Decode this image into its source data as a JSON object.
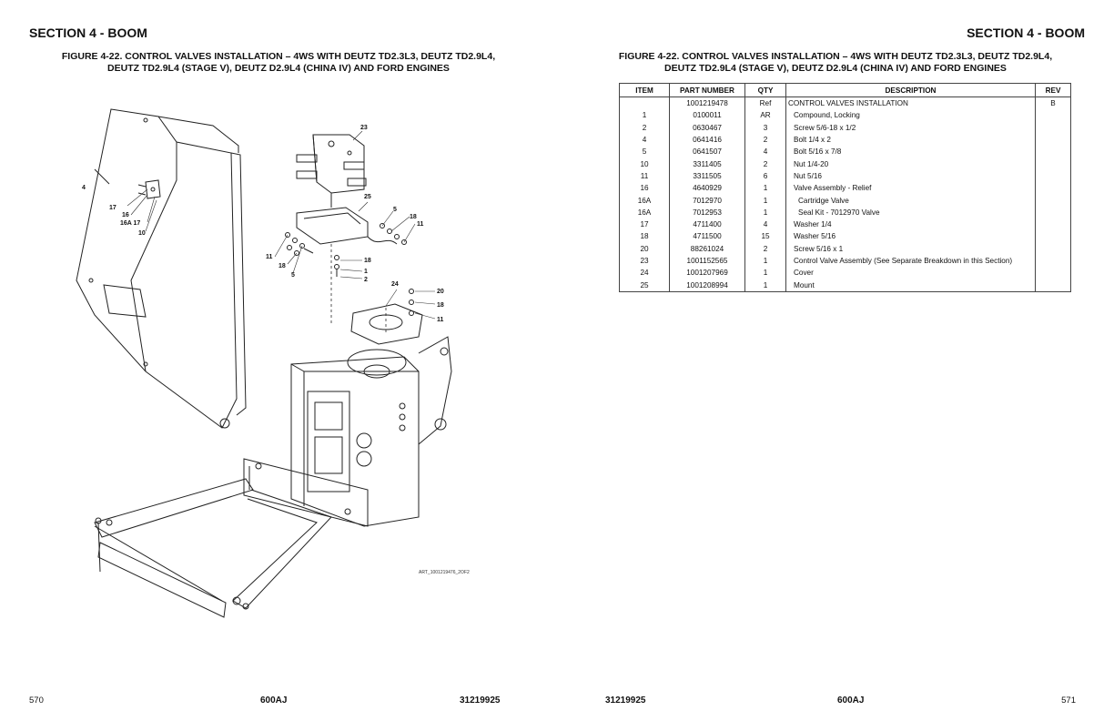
{
  "left_page": {
    "section_title": "SECTION 4 - BOOM",
    "figure_title_line1": "FIGURE 4-22. CONTROL VALVES INSTALLATION – 4WS WITH DEUTZ TD2.3L3, DEUTZ TD2.9L4,",
    "figure_title_line2": "DEUTZ TD2.9L4 (STAGE V), DEUTZ D2.9L4 (CHINA IV) AND FORD ENGINES",
    "art_id": "ART_1001219476_2OF2",
    "callouts": {
      "c23": "23",
      "c4": "4",
      "c17a": "17",
      "c16": "16",
      "c16a17": "16A 17",
      "c10": "10",
      "c25": "25",
      "c5a": "5",
      "c18a": "18",
      "c11a": "11",
      "c11b": "11",
      "c18b": "18",
      "c5b": "5",
      "c18c": "18",
      "c1": "1",
      "c2": "2",
      "c24": "24",
      "c20": "20",
      "c18d": "18",
      "c11c": "11"
    },
    "footer": {
      "page_number": "570",
      "model": "600AJ",
      "doc_number": "31219925"
    }
  },
  "right_page": {
    "section_title": "SECTION 4 - BOOM",
    "figure_title_line1": "FIGURE 4-22. CONTROL VALVES INSTALLATION – 4WS WITH DEUTZ TD2.3L3, DEUTZ TD2.9L4,",
    "figure_title_line2": "DEUTZ TD2.9L4 (STAGE V), DEUTZ D2.9L4 (CHINA IV) AND FORD ENGINES",
    "table": {
      "headers": [
        "ITEM",
        "PART NUMBER",
        "QTY",
        "DESCRIPTION",
        "REV"
      ],
      "rows": [
        [
          "",
          "1001219478",
          "Ref",
          "CONTROL VALVES INSTALLATION",
          "B"
        ],
        [
          "1",
          "0100011",
          "AR",
          "Compound, Locking",
          ""
        ],
        [
          "2",
          "0630467",
          "3",
          "Screw 5/6-18 x 1/2",
          ""
        ],
        [
          "4",
          "0641416",
          "2",
          "Bolt 1/4 x 2",
          ""
        ],
        [
          "5",
          "0641507",
          "4",
          "Bolt 5/16 x 7/8",
          ""
        ],
        [
          "10",
          "3311405",
          "2",
          "Nut 1/4-20",
          ""
        ],
        [
          "11",
          "3311505",
          "6",
          "Nut 5/16",
          ""
        ],
        [
          "16",
          "4640929",
          "1",
          "Valve Assembly - Relief",
          ""
        ],
        [
          "16A",
          "7012970",
          "1",
          "Cartridge Valve",
          ""
        ],
        [
          "16A",
          "7012953",
          "1",
          "Seal Kit - 7012970 Valve",
          ""
        ],
        [
          "17",
          "4711400",
          "4",
          "Washer 1/4",
          ""
        ],
        [
          "18",
          "4711500",
          "15",
          "Washer 5/16",
          ""
        ],
        [
          "20",
          "88261024",
          "2",
          "Screw 5/16 x 1",
          ""
        ],
        [
          "23",
          "1001152565",
          "1",
          "Control Valve Assembly (See Separate Breakdown in this Section)",
          ""
        ],
        [
          "24",
          "1001207969",
          "1",
          "Cover",
          ""
        ],
        [
          "25",
          "1001208994",
          "1",
          "Mount",
          ""
        ]
      ],
      "indent_levels": [
        0,
        1,
        1,
        1,
        1,
        1,
        1,
        1,
        2,
        2,
        1,
        1,
        1,
        1,
        1,
        1
      ]
    },
    "footer": {
      "doc_number": "31219925",
      "model": "600AJ",
      "page_number": "571"
    }
  }
}
